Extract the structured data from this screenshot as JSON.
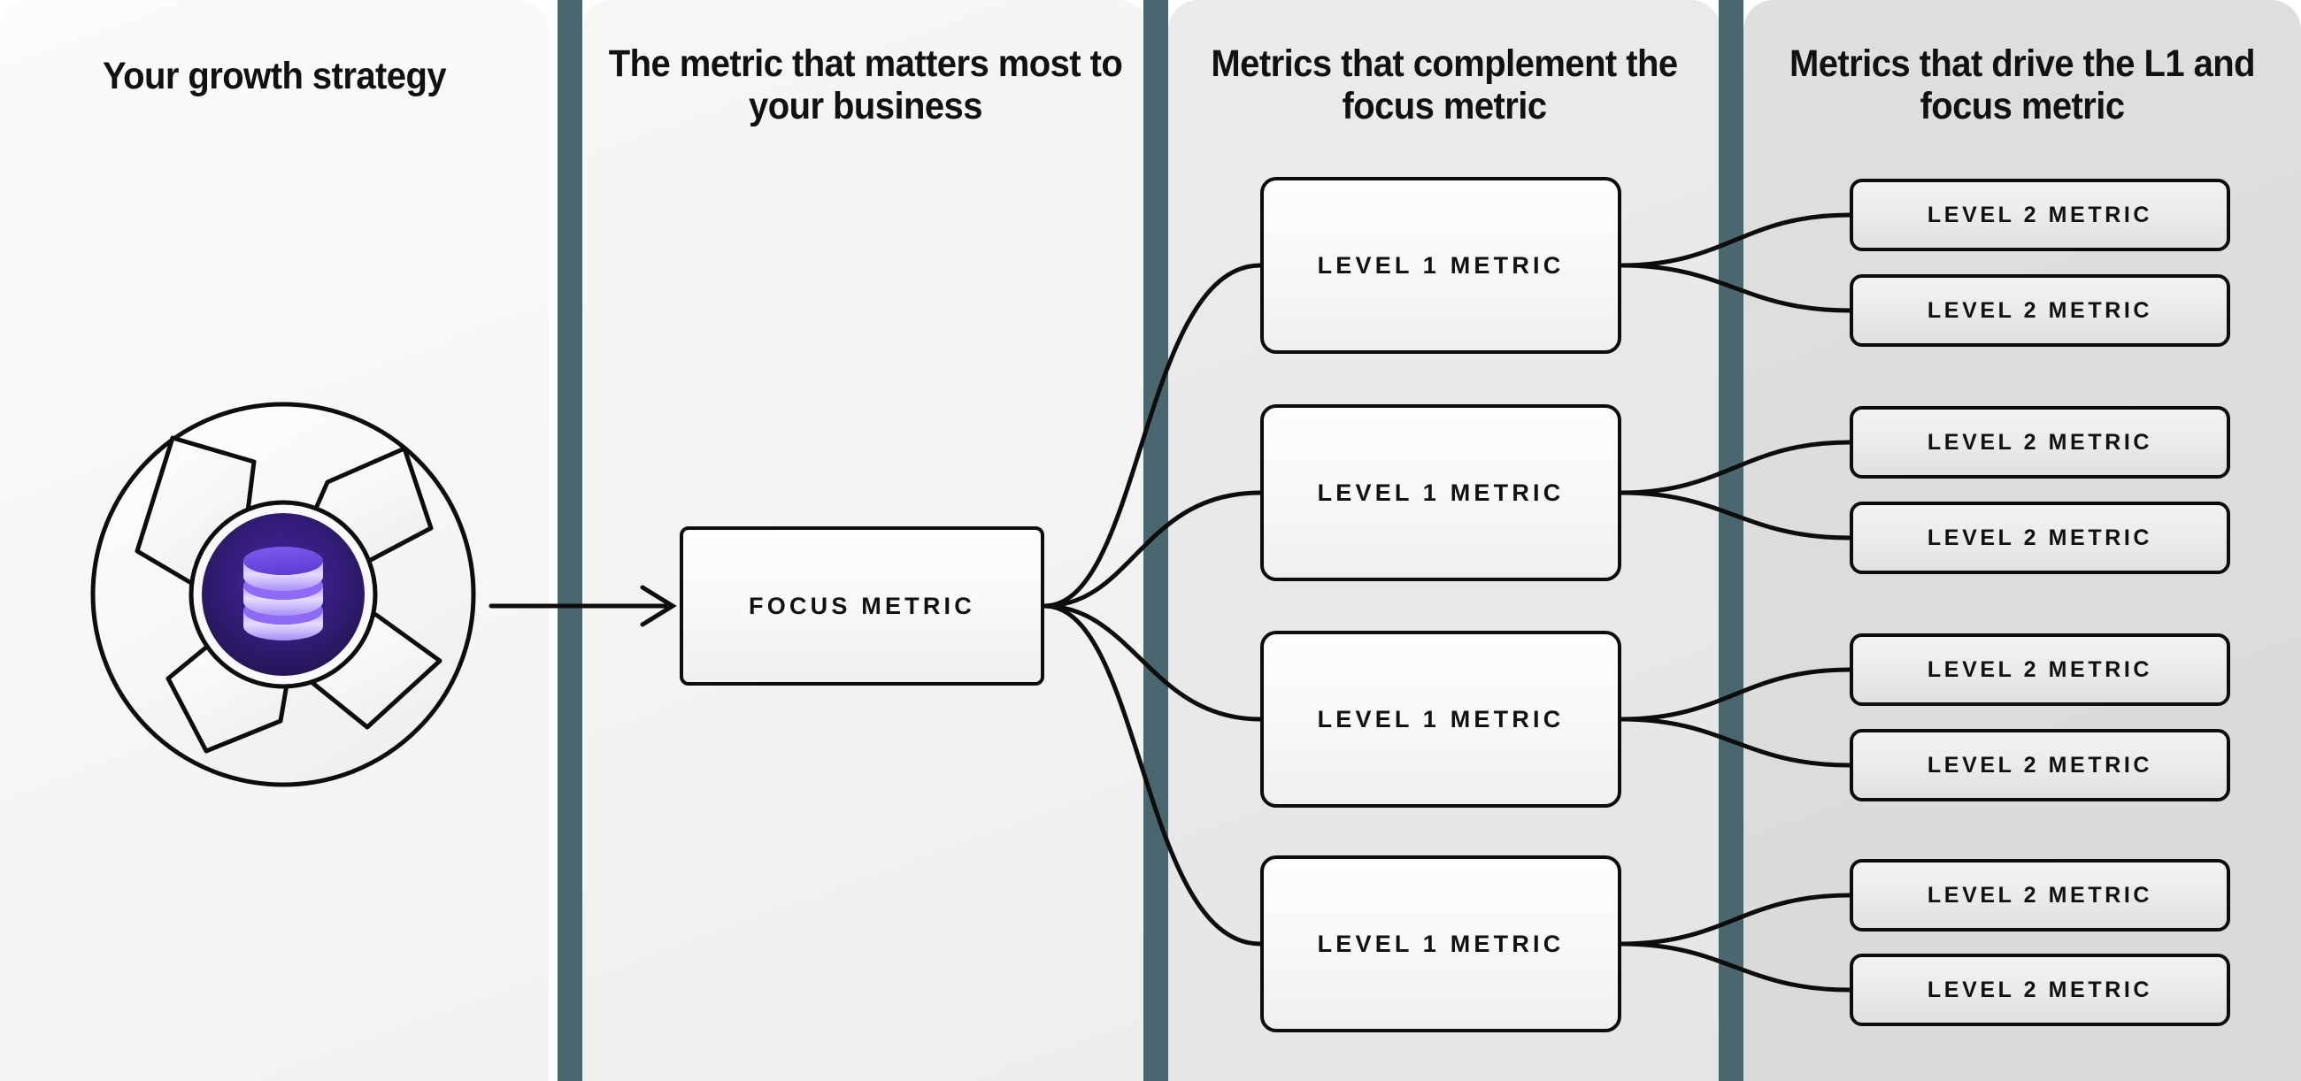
{
  "columns": [
    {
      "id": "growth-strategy",
      "title": "Your growth strategy"
    },
    {
      "id": "focus-metric",
      "title": "The metric that matters most to your business"
    },
    {
      "id": "level-1",
      "title": "Metrics that complement the focus metric"
    },
    {
      "id": "level-2",
      "title": "Metrics that drive the L1 and focus metric"
    }
  ],
  "illustration": {
    "name": "aperture-shutter-diagram",
    "center_icon": "database-icon",
    "blades": 4,
    "ring_color": "#fafafa",
    "outline_color": "#0d0d0d",
    "core_color_outer": "#2b1a63",
    "core_color_inner": "#3c2391",
    "icon_color_light": "#cdb8ff",
    "icon_color_mid": "#8f6bf5",
    "icon_color_dark": "#6a46e0"
  },
  "focus_node": {
    "label": "FOCUS METRIC"
  },
  "level_1_nodes": [
    {
      "label": "LEVEL 1 METRIC"
    },
    {
      "label": "LEVEL 1 METRIC"
    },
    {
      "label": "LEVEL 1 METRIC"
    },
    {
      "label": "LEVEL 1 METRIC"
    }
  ],
  "level_2_nodes": [
    {
      "label": "LEVEL 2 METRIC"
    },
    {
      "label": "LEVEL 2 METRIC"
    },
    {
      "label": "LEVEL 2 METRIC"
    },
    {
      "label": "LEVEL 2 METRIC"
    },
    {
      "label": "LEVEL 2 METRIC"
    },
    {
      "label": "LEVEL 2 METRIC"
    },
    {
      "label": "LEVEL 2 METRIC"
    },
    {
      "label": "LEVEL 2 METRIC"
    }
  ],
  "colors": {
    "divider": "#4a666f",
    "panel_1": "#f7f7f7",
    "panel_2": "#f2f2f2",
    "panel_3": "#e8e8e8",
    "panel_4": "#dcdcdc",
    "stroke": "#0d0d0d",
    "text": "#111111"
  }
}
